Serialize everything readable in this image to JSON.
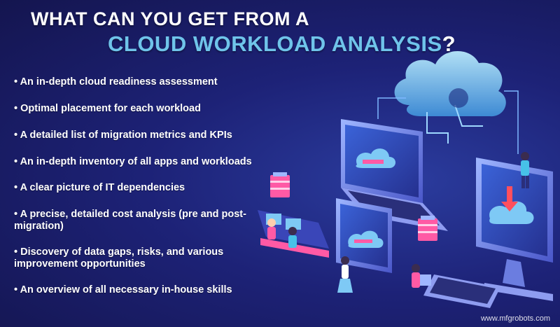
{
  "title": {
    "line1": "WHAT CAN YOU GET FROM A",
    "line2_accent": "CLOUD WORKLOAD ANALYSIS",
    "line2_end": "?"
  },
  "benefits": [
    "• An in-depth cloud readiness assessment",
    "• Optimal placement for each workload",
    "• A detailed list of migration metrics and KPIs",
    "• An in-depth inventory of all apps and workloads",
    "• A clear picture of IT dependencies",
    "• A precise, detailed cost analysis (pre and post-migration)",
    "• Discovery of data gaps, risks, and various improvement opportunities",
    "• An overview of all necessary in-house skills"
  ],
  "watermark": "www.mfgrobots.com",
  "colors": {
    "background": "#1d2277",
    "accent": "#6fc4ea",
    "text": "#ffffff"
  },
  "illustration": {
    "icons": [
      "cloud-icon",
      "laptop-icon",
      "monitor-icon",
      "server-icon",
      "person-icon",
      "keyboard-icon"
    ]
  }
}
